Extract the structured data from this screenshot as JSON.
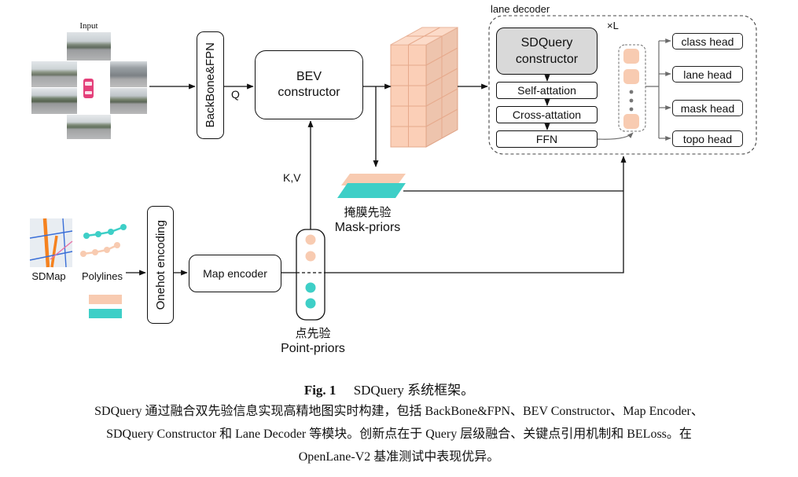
{
  "colors": {
    "prior_peach": "#f8cbb1",
    "prior_teal": "#3ecfc7",
    "constructor_gray": "#d9d9d9",
    "bev_feature": "#fbcfb7"
  },
  "icons": {
    "ego_vehicle": "car-icon",
    "sd_map": "sdmap-icon",
    "polylines": "polylines-icon"
  },
  "input": {
    "label": "Input"
  },
  "backbone": {
    "label": "BackBone&FPN"
  },
  "query": {
    "label": "Q"
  },
  "bev_constructor": {
    "line1": "BEV",
    "line2": "constructor"
  },
  "key_value": {
    "label": "K,V"
  },
  "lane_decoder": {
    "title": "lane decoder",
    "repeat": "×L",
    "sdquery_constructor": {
      "line1": "SDQuery",
      "line2": "constructor"
    },
    "layers": [
      "Self-attation",
      "Cross-attation",
      "FFN"
    ],
    "heads": [
      "class head",
      "lane head",
      "mask head",
      "topo head"
    ]
  },
  "mask_priors": {
    "label_zh": "掩膜先验",
    "label_en": "Mask-priors"
  },
  "point_priors": {
    "label_zh": "点先验",
    "label_en": "Point-priors"
  },
  "sd_inputs": {
    "sdmap_label": "SDMap",
    "polylines_label": "Polylines"
  },
  "onehot": {
    "label": "Onehot encoding"
  },
  "map_encoder": {
    "label": "Map encoder"
  },
  "caption": {
    "fig_label": "Fig. 1",
    "title": "SDQuery 系统框架。",
    "lines": [
      "SDQuery 通过融合双先验信息实现高精地图实时构建，包括 BackBone&FPN、BEV Constructor、Map Encoder、",
      "SDQuery Constructor 和 Lane Decoder 等模块。创新点在于 Query 层级融合、关键点引用机制和 BELoss。在",
      "OpenLane-V2 基准测试中表现优异。"
    ]
  }
}
